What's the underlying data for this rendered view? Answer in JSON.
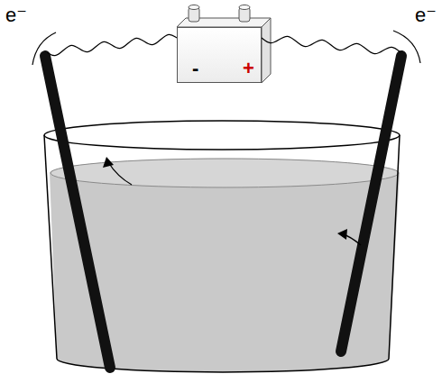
{
  "diagram": {
    "nodes": [
      {
        "text": [
          "-",
          "+"
        ]
      }
    ],
    "labels": [
      "e⁻",
      "e⁻"
    ]
  }
}
